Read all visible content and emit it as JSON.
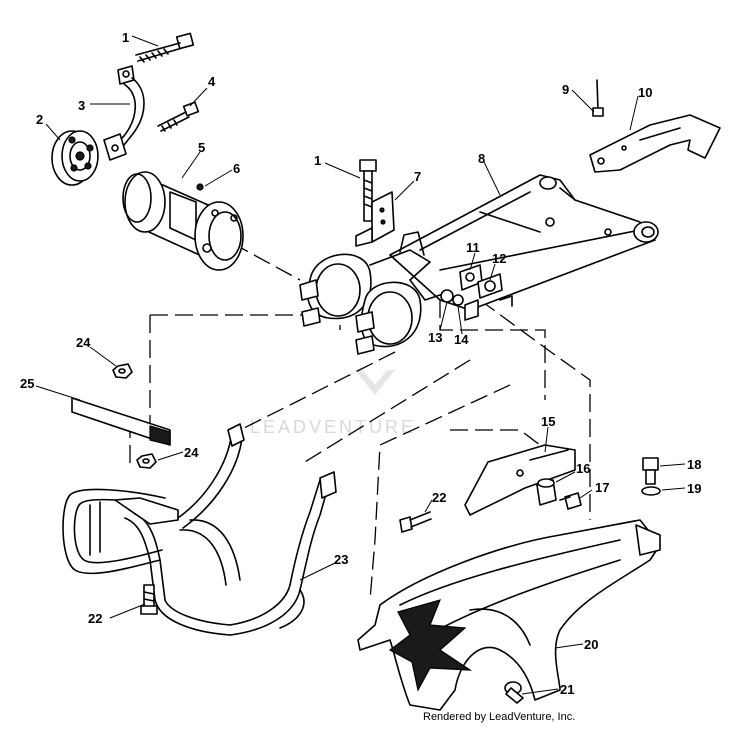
{
  "watermark": "LEADVENTURE",
  "credit": "Rendered by LeadVenture, Inc.",
  "callouts": {
    "c1a": "1",
    "c2": "2",
    "c3": "3",
    "c4": "4",
    "c5": "5",
    "c6": "6",
    "c1b": "1",
    "c7": "7",
    "c8": "8",
    "c9": "9",
    "c10": "10",
    "c11": "11",
    "c12": "12",
    "c13": "13",
    "c14": "14",
    "c24a": "24",
    "c25": "25",
    "c24b": "24",
    "c15": "15",
    "c16": "16",
    "c17": "17",
    "c18": "18",
    "c19": "19",
    "c22a": "22",
    "c23": "23",
    "c22b": "22",
    "c20": "20",
    "c21": "21"
  }
}
